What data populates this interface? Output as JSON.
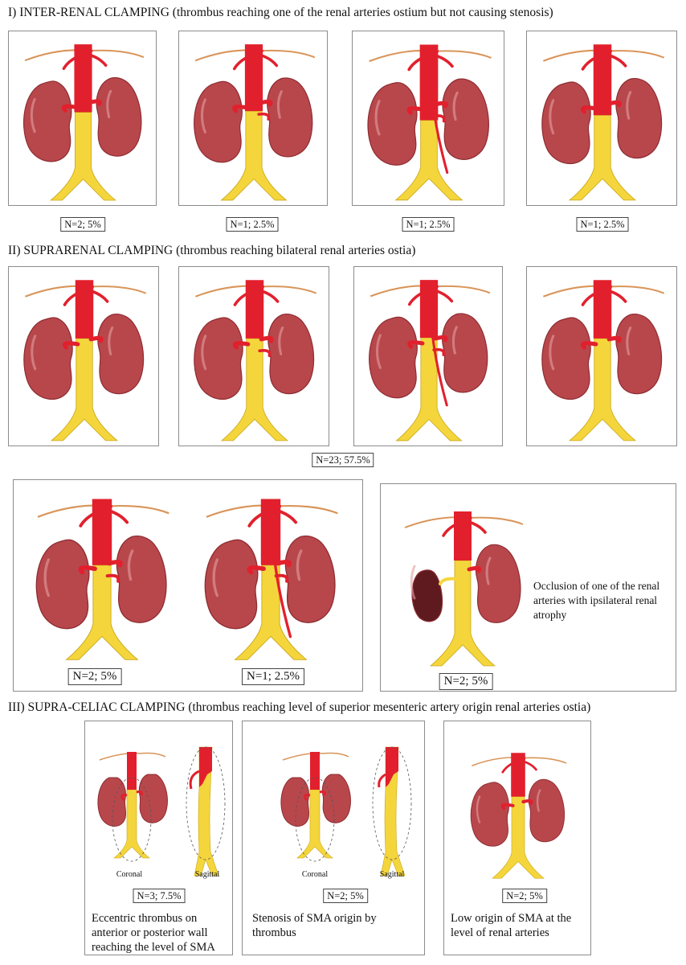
{
  "section1": {
    "title": "I) INTER-RENAL CLAMPING (thrombus reaching one of the renal arteries ostium but not causing stenosis)",
    "labels": [
      "N=2; 5%",
      "N=1; 2.5%",
      "N=1; 2.5%",
      "N=1; 2.5%"
    ]
  },
  "section2": {
    "title": "II) SUPRARENAL CLAMPING (thrombus reaching bilateral renal arteries ostia)",
    "row_label": "N=23; 57.5%",
    "bottom_labels": [
      "N=2; 5%",
      "N=1; 2.5%"
    ],
    "occlusion_label": "N=2; 5%",
    "occlusion_caption": "Occlusion of one of the renal arteries with ipsilateral renal atrophy"
  },
  "section3": {
    "title": "III) SUPRA-CELIAC CLAMPING (thrombus reaching level of superior mesenteric artery origin renal arteries ostia)",
    "coronal": "Coronal",
    "sagittal": "Sagittal",
    "panels": [
      {
        "label": "N=3; 7.5%",
        "caption": "Eccentric thrombus on anterior or posterior wall reaching the level of SMA"
      },
      {
        "label": "N=2; 5%",
        "caption": "Stenosis of SMA origin by thrombus"
      },
      {
        "label": "N=2; 5%",
        "caption": "Low origin of SMA at the level of renal arteries"
      }
    ]
  },
  "colors": {
    "kidney": "#b8474c",
    "kidney_dark": "#8e2d32",
    "atrophic_kidney": "#5e1a1f",
    "artery": "#e2202d",
    "thrombus": "#f4d63c",
    "diaphragm": "#d9955a"
  }
}
